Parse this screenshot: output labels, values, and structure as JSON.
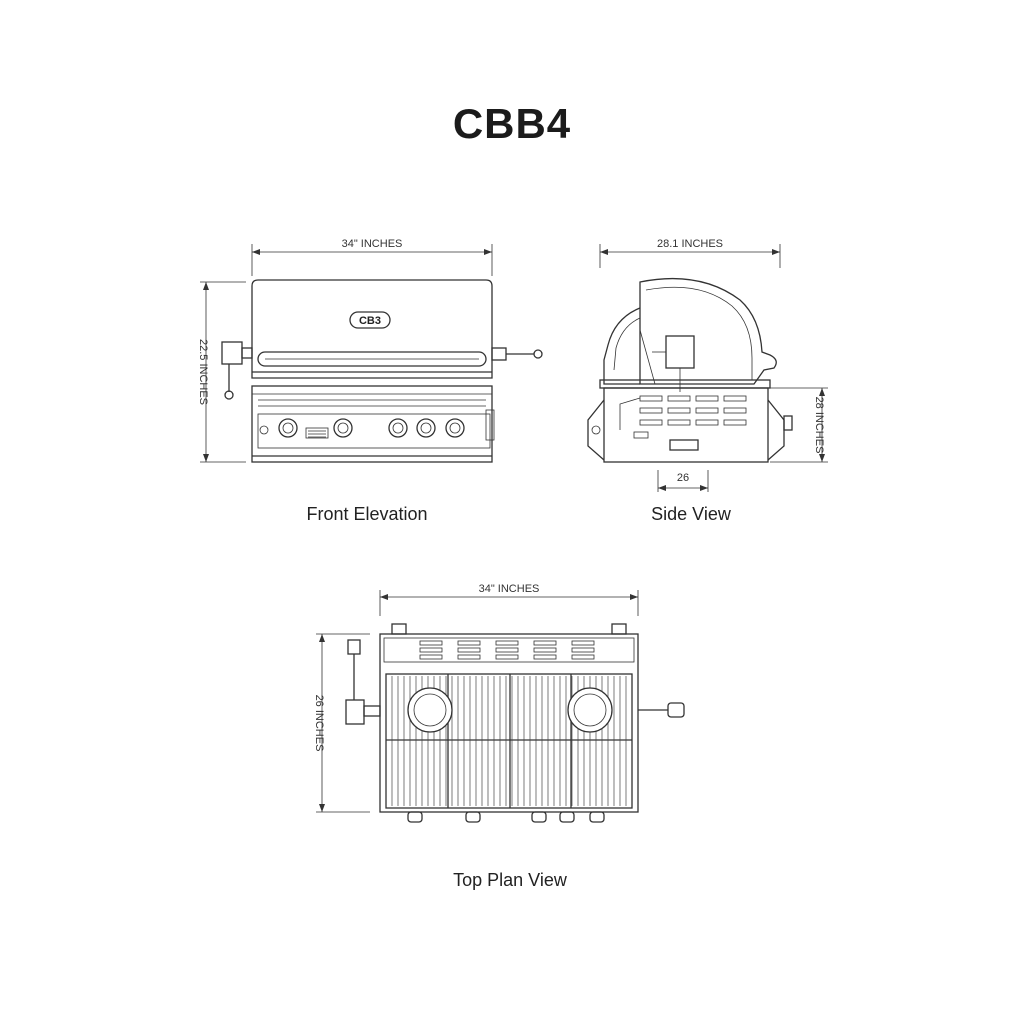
{
  "title": "CBB4",
  "views": {
    "front": {
      "caption": "Front Elevation",
      "width_label": "34\" INCHES",
      "height_label": "22.5 INCHES",
      "logo_text": "CB3"
    },
    "side": {
      "caption": "Side View",
      "width_label": "28.1 INCHES",
      "height_label": "28 INCHES",
      "base_label": "26"
    },
    "top": {
      "caption": "Top Plan View",
      "width_label": "34\" INCHES",
      "height_label": "26 INCHES"
    }
  }
}
